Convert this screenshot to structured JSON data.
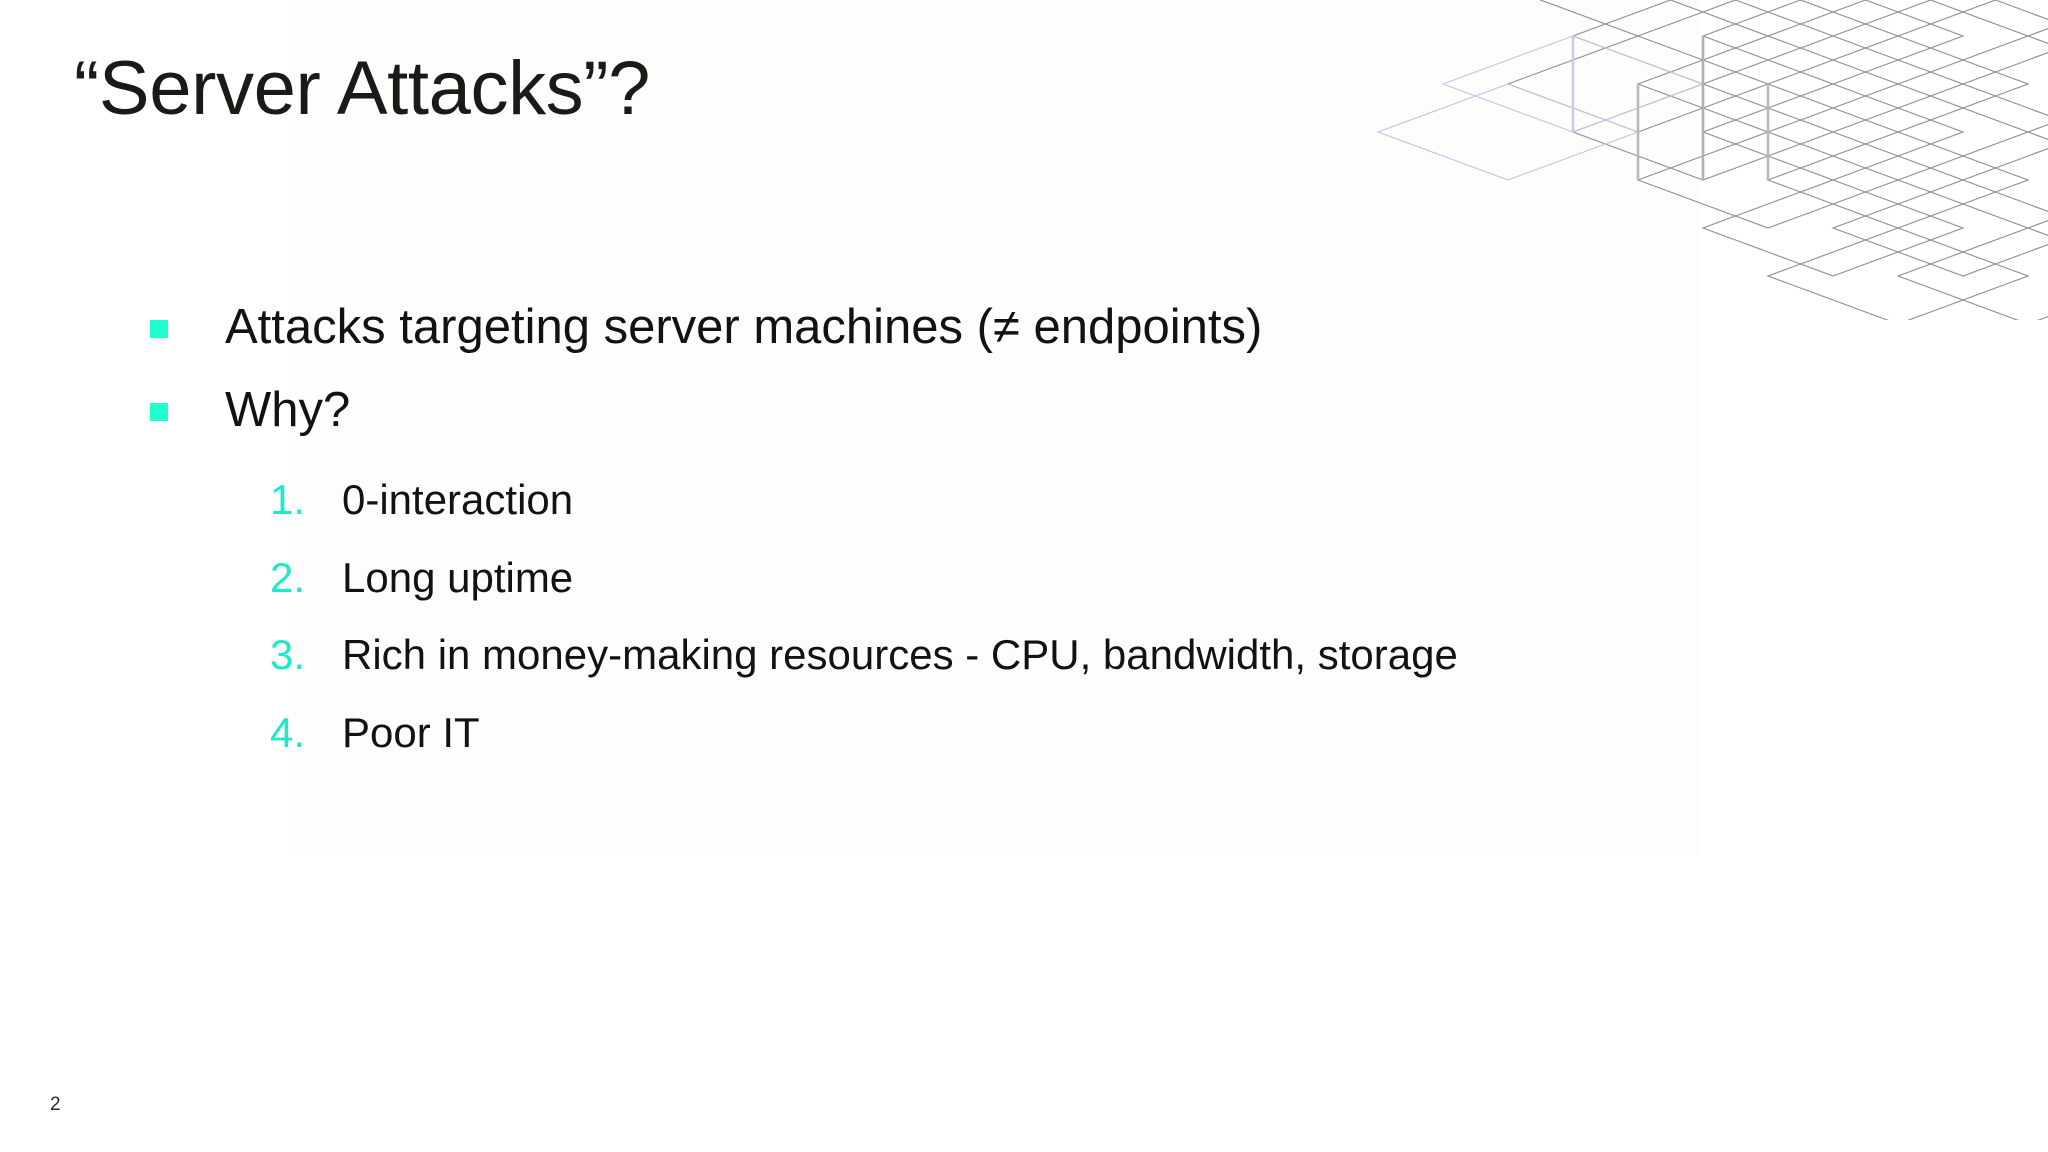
{
  "slide": {
    "title": "“Server Attacks”?",
    "page_number": "2",
    "accent_color": "#1FFFCF",
    "number_accent_color": "#1FE9C6",
    "text_color": "#121210",
    "background_color": "#FFFFFF",
    "panel_color": "#FDFDFB"
  },
  "bullets": [
    {
      "marker": "square-bullet",
      "text": "Attacks targeting server machines (≠ endpoints)"
    },
    {
      "marker": "square-bullet",
      "text": "Why?"
    }
  ],
  "numbered_list": [
    {
      "number": "1.",
      "text": "0-interaction"
    },
    {
      "number": "2.",
      "text": "Long uptime"
    },
    {
      "number": "3.",
      "text": "Rich in money-making resources - CPU, bandwidth, storage"
    },
    {
      "number": "4.",
      "text": "Poor IT"
    }
  ],
  "decoration": {
    "name": "isometric-cube-lattice",
    "line_color": "#8d8d96",
    "highlight_color": "#c3c3e6"
  }
}
